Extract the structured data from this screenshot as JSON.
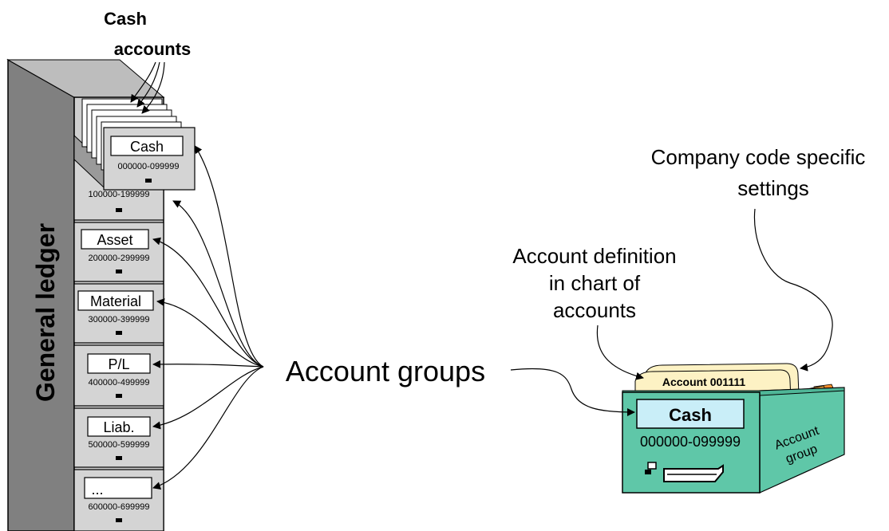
{
  "cabinet": {
    "side_label": "General ledger",
    "top_caption_line1": "Cash",
    "top_caption_line2": "accounts",
    "drawers": [
      {
        "label": "Cash",
        "range": "000000-099999"
      },
      {
        "label": "",
        "range": "100000-199999"
      },
      {
        "label": "Asset",
        "range": "200000-299999"
      },
      {
        "label": "Material",
        "range": "300000-399999"
      },
      {
        "label": "P/L",
        "range": "400000-499999"
      },
      {
        "label": "Liab.",
        "range": "500000-599999"
      },
      {
        "label": "...",
        "range": "600000-699999"
      }
    ]
  },
  "center_label": "Account groups",
  "right": {
    "company_code_line1": "Company code specific",
    "company_code_line2": "settings",
    "account_def_line1": "Account definition",
    "account_def_line2": "in chart of",
    "account_def_line3": "accounts",
    "card_label": "Account 001111",
    "box_label": "Cash",
    "box_range": "000000-099999",
    "side_label_line1": "Account",
    "side_label_line2": "group"
  },
  "colors": {
    "cabinet_side": "#808080",
    "drawer_face": "#d4d4d4",
    "card_box": "#5fc7a8",
    "box_label_bg": "#c9eef8",
    "card_cream": "#fdf2c4",
    "tab_yellow": "#f5c400",
    "tab_orange": "#f08a2a"
  }
}
